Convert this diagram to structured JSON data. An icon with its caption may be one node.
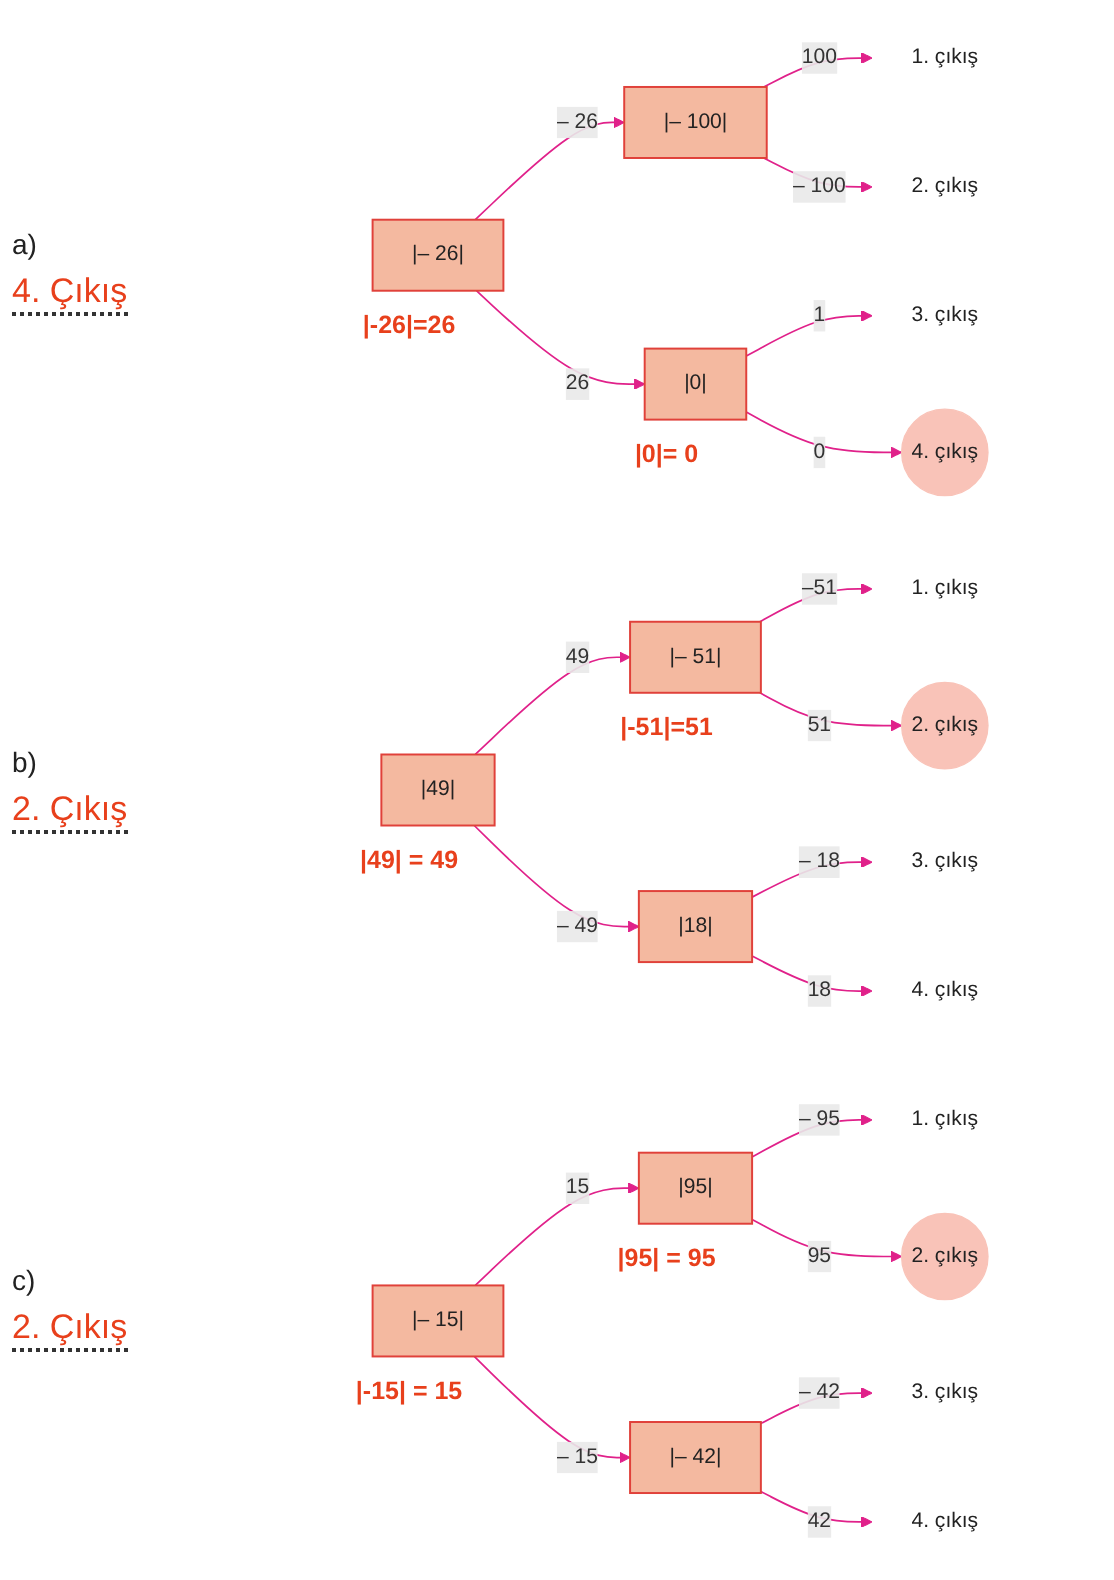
{
  "diagram": {
    "nodes": [
      {
        "text": [
          "|– 26|"
        ],
        "beside": [
          "|-26|=26"
        ]
      },
      {
        "text": [
          "|– 100|"
        ]
      },
      {
        "text": [
          "1. çıkış"
        ]
      },
      {
        "text": [
          "2. çıkış"
        ]
      },
      {
        "text": [
          "|0|"
        ],
        "beside": [
          "|0|= 0"
        ]
      },
      {
        "text": [
          "3. çıkış"
        ]
      },
      {
        "text": [
          "4. çıkış"
        ]
      },
      {
        "text": [
          "|49|"
        ],
        "beside": [
          "|49| = 49"
        ]
      },
      {
        "text": [
          "|– 51|"
        ],
        "beside": [
          "|-51|=51"
        ]
      },
      {
        "text": [
          "1. çıkış"
        ]
      },
      {
        "text": [
          "2. çıkış"
        ]
      },
      {
        "text": [
          "|18|"
        ]
      },
      {
        "text": [
          "3. çıkış"
        ]
      },
      {
        "text": [
          "4. çıkış"
        ]
      },
      {
        "text": [
          "|– 15|"
        ],
        "beside": [
          "|-15| = 15"
        ]
      },
      {
        "text": [
          "|95|"
        ],
        "beside": [
          "|95| = 95"
        ]
      },
      {
        "text": [
          "1. çıkış"
        ]
      },
      {
        "text": [
          "2. çıkış"
        ]
      },
      {
        "text": [
          "|– 42|"
        ]
      },
      {
        "text": [
          "3. çıkış"
        ]
      },
      {
        "text": [
          "4. çıkış"
        ]
      }
    ],
    "edges": [
      {
        "from": 0,
        "to": 1,
        "arrow": "to",
        "label": "– 26"
      },
      {
        "from": 0,
        "to": 4,
        "arrow": "to",
        "label": "26"
      },
      {
        "from": 1,
        "to": 2,
        "arrow": "to",
        "label": "100"
      },
      {
        "from": 1,
        "to": 3,
        "arrow": "to",
        "label": "– 100"
      },
      {
        "from": 4,
        "to": 5,
        "arrow": "to",
        "label": "1"
      },
      {
        "from": 4,
        "to": 6,
        "arrow": "to",
        "label": "0"
      },
      {
        "from": 7,
        "to": 8,
        "arrow": "to",
        "label": "49"
      },
      {
        "from": 7,
        "to": 11,
        "arrow": "to",
        "label": "– 49"
      },
      {
        "from": 8,
        "to": 9,
        "arrow": "to",
        "label": "–51"
      },
      {
        "from": 8,
        "to": 10,
        "arrow": "to",
        "label": "51"
      },
      {
        "from": 11,
        "to": 12,
        "arrow": "to",
        "label": "– 18"
      },
      {
        "from": 11,
        "to": 13,
        "arrow": "to",
        "label": "18"
      },
      {
        "from": 14,
        "to": 15,
        "arrow": "to",
        "label": "15"
      },
      {
        "from": 14,
        "to": 18,
        "arrow": "to",
        "label": "– 15"
      },
      {
        "from": 15,
        "to": 16,
        "arrow": "to",
        "label": "– 95"
      },
      {
        "from": 15,
        "to": 17,
        "arrow": "to",
        "label": "95"
      },
      {
        "from": 18,
        "to": 19,
        "arrow": "to",
        "label": "– 42"
      },
      {
        "from": 18,
        "to": 20,
        "arrow": "to",
        "label": "42"
      }
    ],
    "labels": [
      "a)",
      "4. Çıkış",
      "b)",
      "2. Çıkış",
      "c)",
      "2. Çıkış"
    ]
  }
}
